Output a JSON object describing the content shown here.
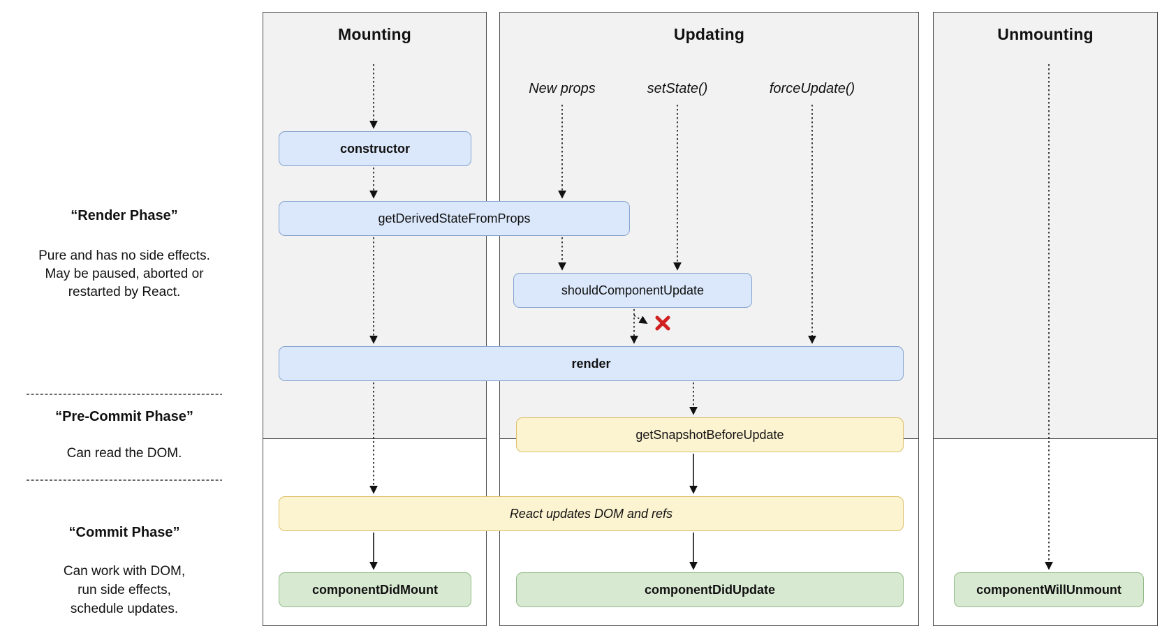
{
  "columns": [
    {
      "label": "Mounting"
    },
    {
      "label": "Updating"
    },
    {
      "label": "Unmounting"
    }
  ],
  "triggers": [
    {
      "label": "New props"
    },
    {
      "label": "setState()"
    },
    {
      "label": "forceUpdate()"
    }
  ],
  "boxes": [
    {
      "label": "constructor"
    },
    {
      "label": "getDerivedStateFromProps"
    },
    {
      "label": "shouldComponentUpdate"
    },
    {
      "label": "render"
    },
    {
      "label": "getSnapshotBeforeUpdate"
    },
    {
      "label": "React updates DOM and refs"
    },
    {
      "label": "componentDidMount"
    },
    {
      "label": "componentDidUpdate"
    },
    {
      "label": "componentWillUnmount"
    }
  ],
  "phases": [
    {
      "title": "“Render Phase”",
      "lines": [
        "Pure and has no side effects.",
        "May be paused, aborted or",
        "restarted by React."
      ]
    },
    {
      "title": "“Pre-Commit Phase”",
      "lines": [
        "Can read the DOM."
      ]
    },
    {
      "title": "“Commit Phase”",
      "lines": [
        "Can work with DOM,",
        "run side effects,",
        "schedule updates."
      ]
    }
  ],
  "colors": {
    "column-bg": "#f2f2f2",
    "column-border": "#4a4a4a",
    "blue-fill": "#dbe8fb",
    "blue-border": "#86a4cd",
    "yellow-fill": "#fcf3d0",
    "yellow-border": "#dcc06a",
    "green-fill": "#d8e9d2",
    "green-border": "#94ba88",
    "arrow": "#111111",
    "x-mark": "#d02020"
  }
}
